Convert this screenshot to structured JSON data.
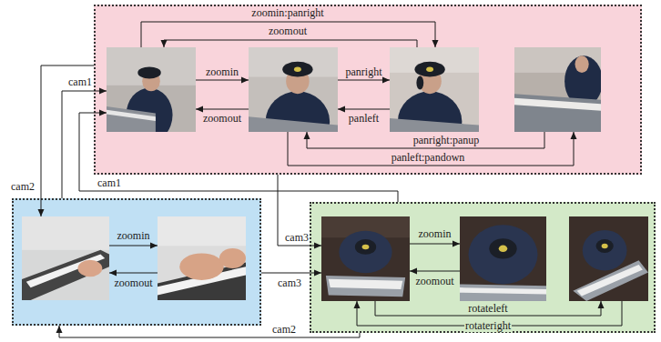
{
  "diagram": {
    "nodes": [
      {
        "text": []
      },
      {
        "text": [],
        "in": 0
      },
      {
        "text": [],
        "in": 0
      },
      {
        "text": [],
        "in": 0
      },
      {
        "text": [],
        "in": 0
      },
      {
        "text": []
      },
      {
        "text": [],
        "in": 5
      },
      {
        "text": [],
        "in": 5
      },
      {
        "text": []
      },
      {
        "text": [],
        "in": 8
      },
      {
        "text": [],
        "in": 8
      },
      {
        "text": [],
        "in": 8
      }
    ],
    "edges": [
      {
        "from": 1,
        "to": 2,
        "label": "zoomin",
        "arrow": "to"
      },
      {
        "from": 2,
        "to": 1,
        "label": "zoomout",
        "arrow": "to"
      },
      {
        "from": 2,
        "to": 3,
        "label": "panright",
        "arrow": "to"
      },
      {
        "from": 3,
        "to": 2,
        "label": "panleft",
        "arrow": "to"
      },
      {
        "from": 1,
        "to": 3,
        "label": "zoomin:panright",
        "arrow": "to"
      },
      {
        "from": 3,
        "to": 1,
        "label": "zoomout",
        "arrow": "to"
      },
      {
        "from": 4,
        "to": 2,
        "label": "panright:panup",
        "arrow": "to"
      },
      {
        "from": 2,
        "to": 4,
        "label": "panleft:pandown",
        "arrow": "to"
      },
      {
        "from": 0,
        "to": 6,
        "label": "cam2",
        "arrow": "to"
      },
      {
        "from": 5,
        "to": 1,
        "label": "cam1",
        "arrow": "to"
      },
      {
        "from": 8,
        "to": 1,
        "label": "cam1",
        "arrow": "to"
      },
      {
        "from": 0,
        "to": 9,
        "label": "cam3",
        "arrow": "to"
      },
      {
        "from": 5,
        "to": 9,
        "label": "cam3",
        "arrow": "to"
      },
      {
        "from": 8,
        "to": 5,
        "label": "cam2",
        "arrow": "to"
      },
      {
        "from": 6,
        "to": 7,
        "label": "zoomin",
        "arrow": "to"
      },
      {
        "from": 7,
        "to": 6,
        "label": "zoomout",
        "arrow": "to"
      },
      {
        "from": 9,
        "to": 10,
        "label": "zoomin",
        "arrow": "to"
      },
      {
        "from": 10,
        "to": 9,
        "label": "zoomout",
        "arrow": "to"
      },
      {
        "from": 9,
        "to": 11,
        "label": "rotateleft",
        "arrow": "to"
      },
      {
        "from": 11,
        "to": 9,
        "label": "rotateright",
        "arrow": "to"
      }
    ]
  }
}
